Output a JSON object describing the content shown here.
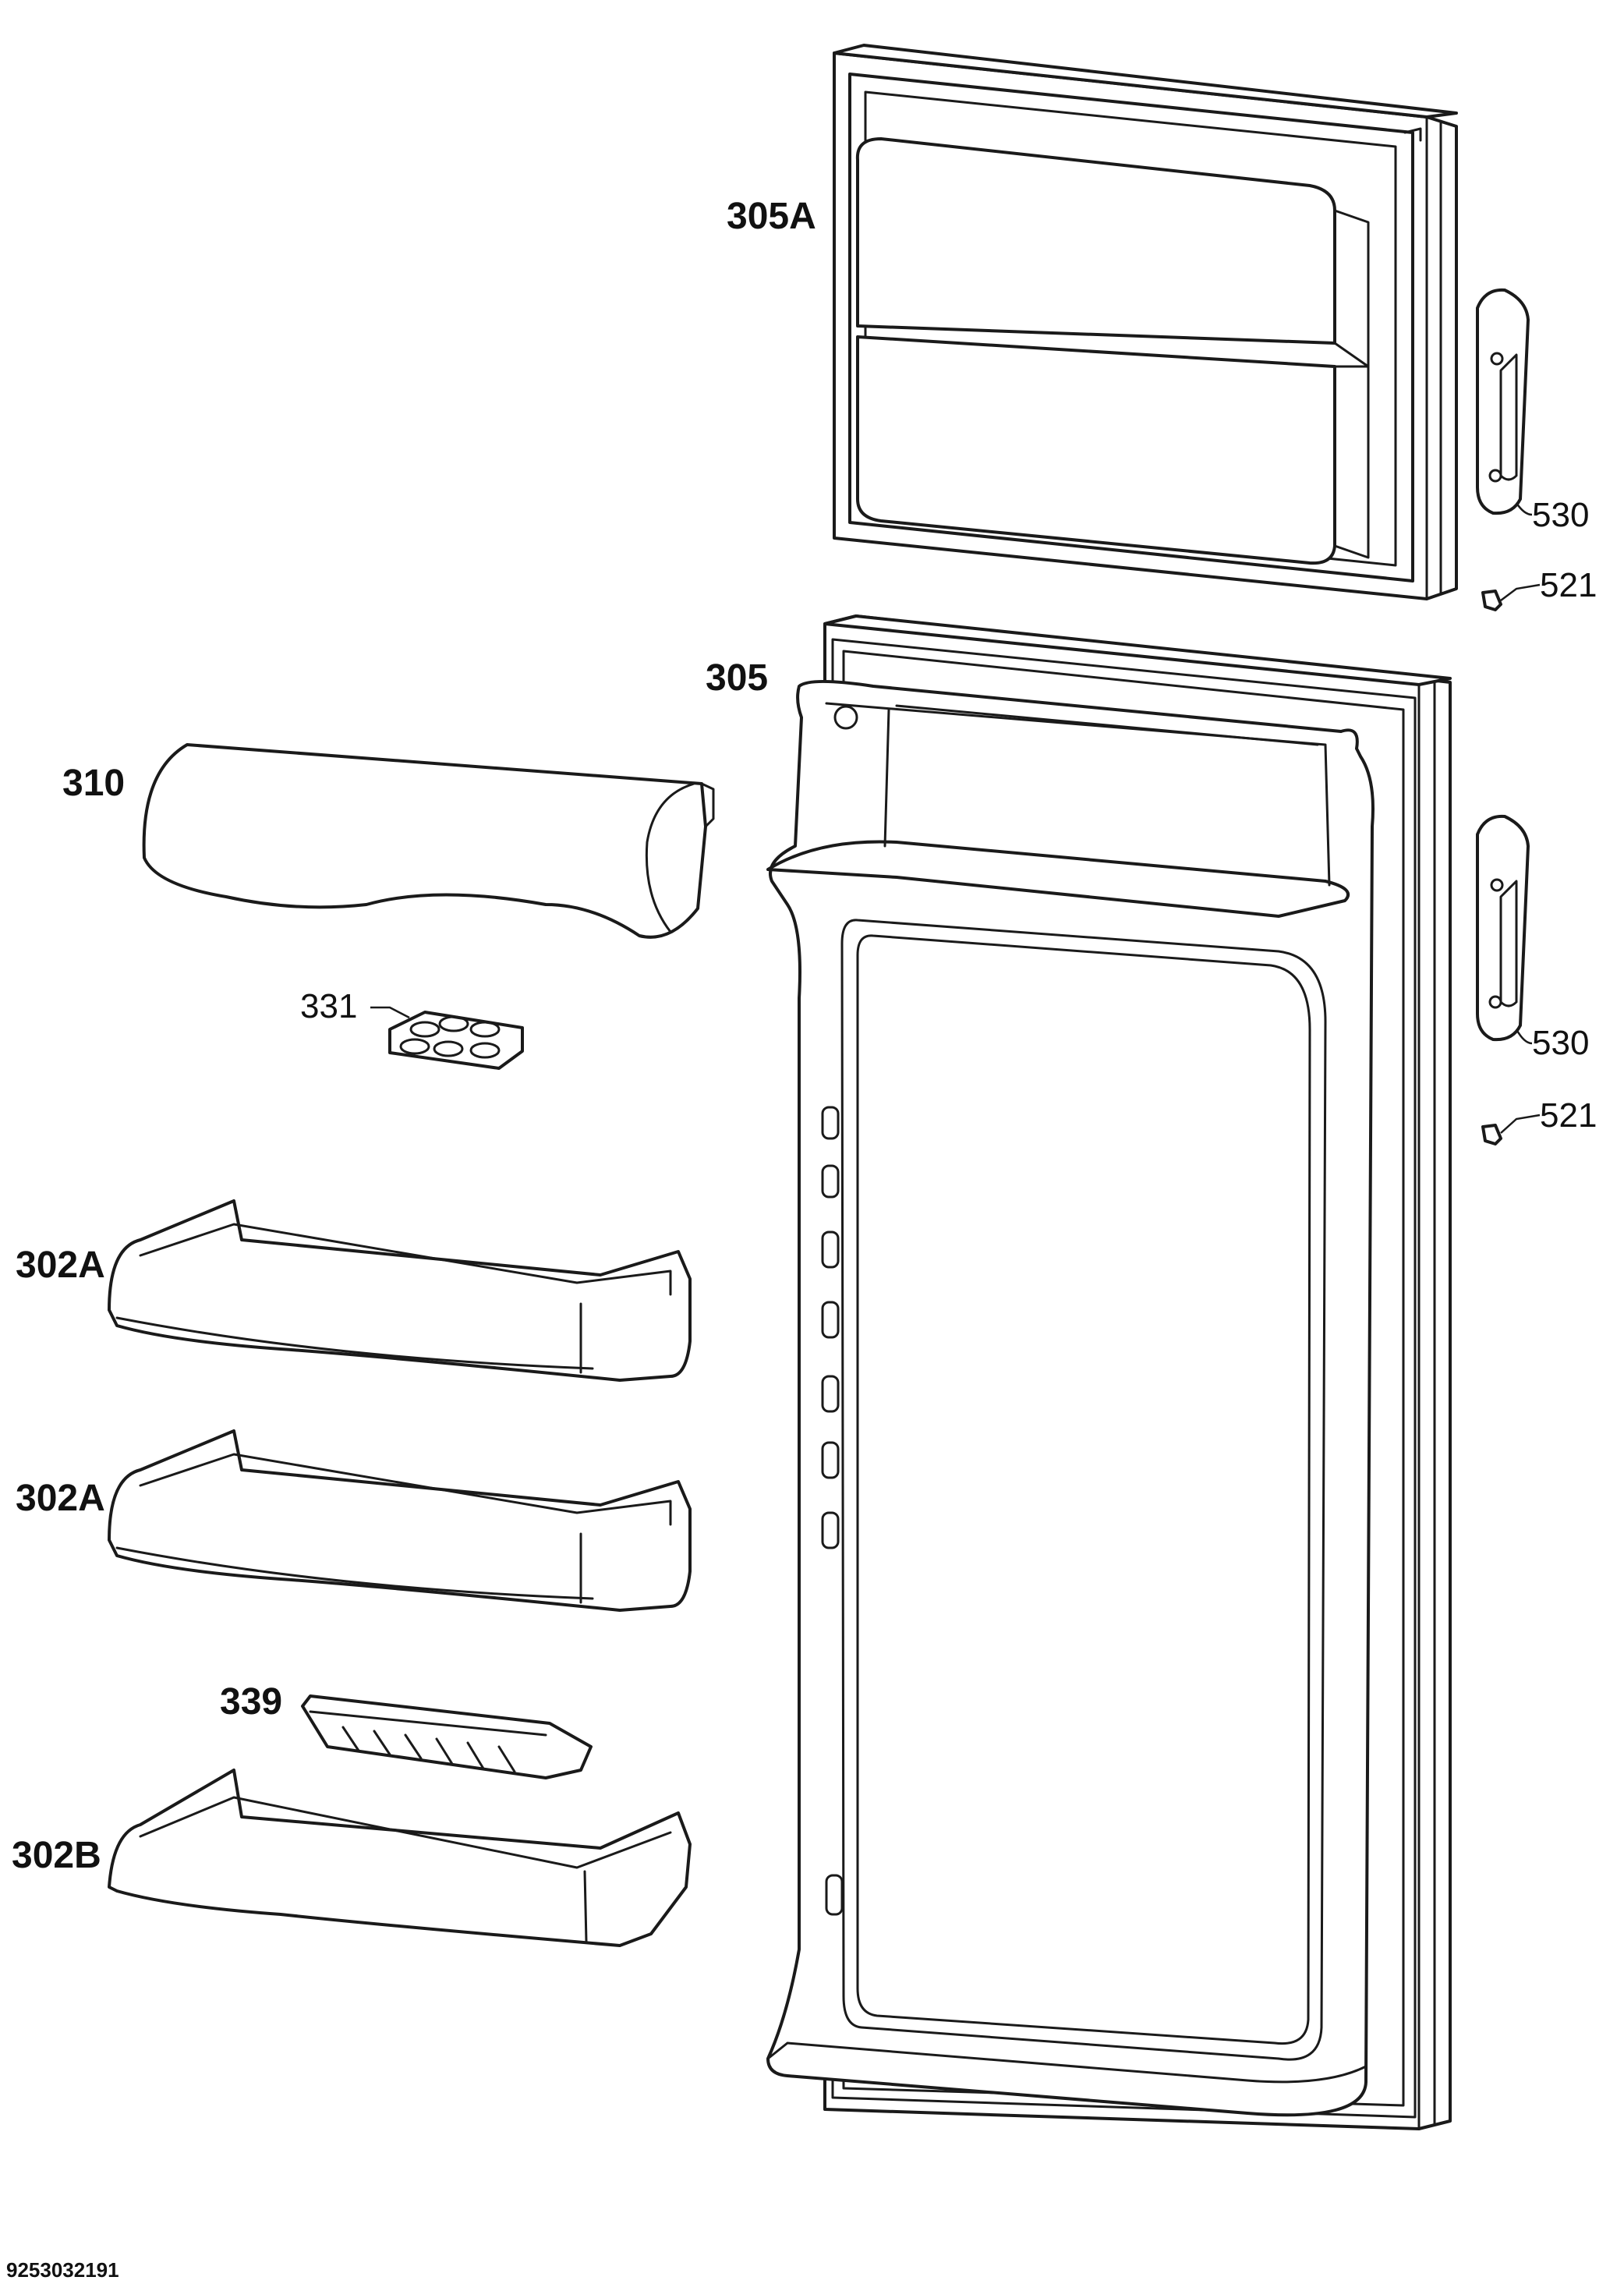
{
  "labels": {
    "freezer_door": "305A",
    "fridge_door": "305",
    "dairy_lid": "310",
    "egg_tray": "331",
    "balcony_upper": "302A",
    "balcony_middle": "302A",
    "bottle_holder": "339",
    "bottle_shelf": "302B",
    "handle_upper": "530",
    "screw_upper": "521",
    "handle_lower": "530",
    "screw_lower": "521"
  },
  "drawing_number": "9253032191"
}
